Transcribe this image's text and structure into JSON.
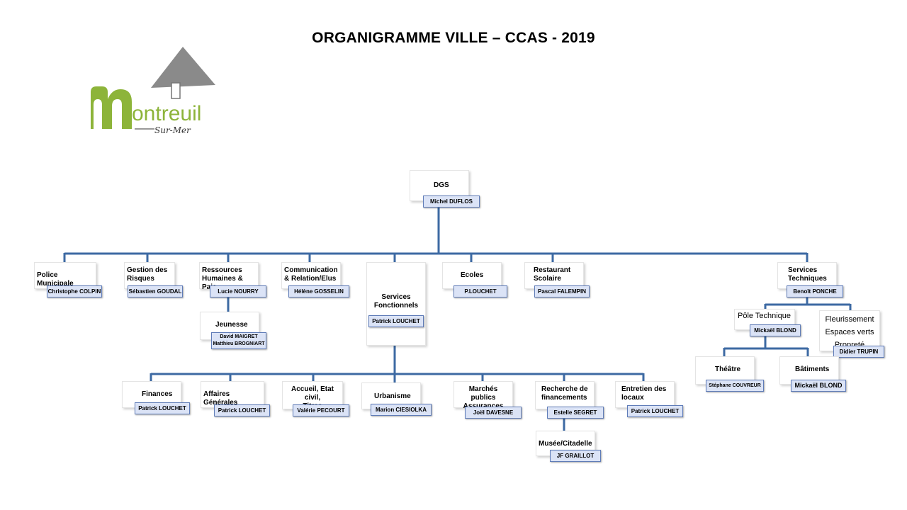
{
  "title": "ORGANIGRAMME VILLE – CCAS - 2019",
  "logo": {
    "main_text": "ontreuil",
    "sub_text": "Sur-Mer",
    "colors": {
      "green": "#8db43a",
      "roof": "#8a8a8a"
    }
  },
  "colors": {
    "line": "#3d6aa3",
    "name_fill": "#dbe3f6",
    "name_border": "#5f7cb8"
  },
  "dgs": {
    "label": "DGS",
    "name": "Michel DUFLOS"
  },
  "services": {
    "police": {
      "label": "Police Municipale",
      "name": "Christophe COLPIN"
    },
    "risques": {
      "label": "Gestion des\nRisques",
      "name": "Sébastien GOUDAL"
    },
    "rh": {
      "label": "Ressources\nHumaines & Paie",
      "name": "Lucie NOURRY"
    },
    "jeunesse": {
      "label": "Jeunesse",
      "name_1": "David MAIGRET",
      "name_2": "Matthieu BROGNIART"
    },
    "communication": {
      "label": "Communication\n& Relation/Elus",
      "name": "Hélène GOSSELIN"
    },
    "fonctionnels": {
      "label": "Services\nFonctionnels",
      "name": "Patrick LOUCHET"
    },
    "ecoles": {
      "label": "Ecoles",
      "name": "P.LOUCHET"
    },
    "restaurant": {
      "label": "Restaurant\nScolaire",
      "name": "Pascal FALEMPIN"
    },
    "techniques": {
      "label": "Services\nTechniques",
      "name": "Benoît PONCHE"
    },
    "pole_technique": {
      "label": "Pôle Technique",
      "name": "Mickaël BLOND"
    },
    "fleurissement": {
      "label": "Fleurissement\nEspaces verts\nPropreté",
      "name": "Didier TRUPIN"
    },
    "theatre": {
      "label": "Théâtre",
      "name": "Stéphane COUVREUR"
    },
    "batiments": {
      "label": "Bâtiments",
      "name": "Mickaël BLOND"
    },
    "finances": {
      "label": "Finances",
      "name": "Patrick LOUCHET"
    },
    "affaires": {
      "label": "Affaires Générales",
      "name": "Patrick LOUCHET"
    },
    "accueil": {
      "label": "Accueil, Etat civil,\nTitres",
      "name": "Valérie PECOURT"
    },
    "urbanisme": {
      "label": "Urbanisme",
      "name": "Marion CIESIOLKA"
    },
    "marches": {
      "label": "Marchés publics\nAssurances",
      "name": "Joël DAVESNE"
    },
    "recherche": {
      "label": "Recherche de\nfinancements",
      "name": "Estelle SEGRET"
    },
    "musee": {
      "label": "Musée/Citadelle",
      "name": "JF GRAILLOT"
    },
    "entretien": {
      "label": "Entretien des\nlocaux",
      "name": "Patrick LOUCHET"
    }
  }
}
